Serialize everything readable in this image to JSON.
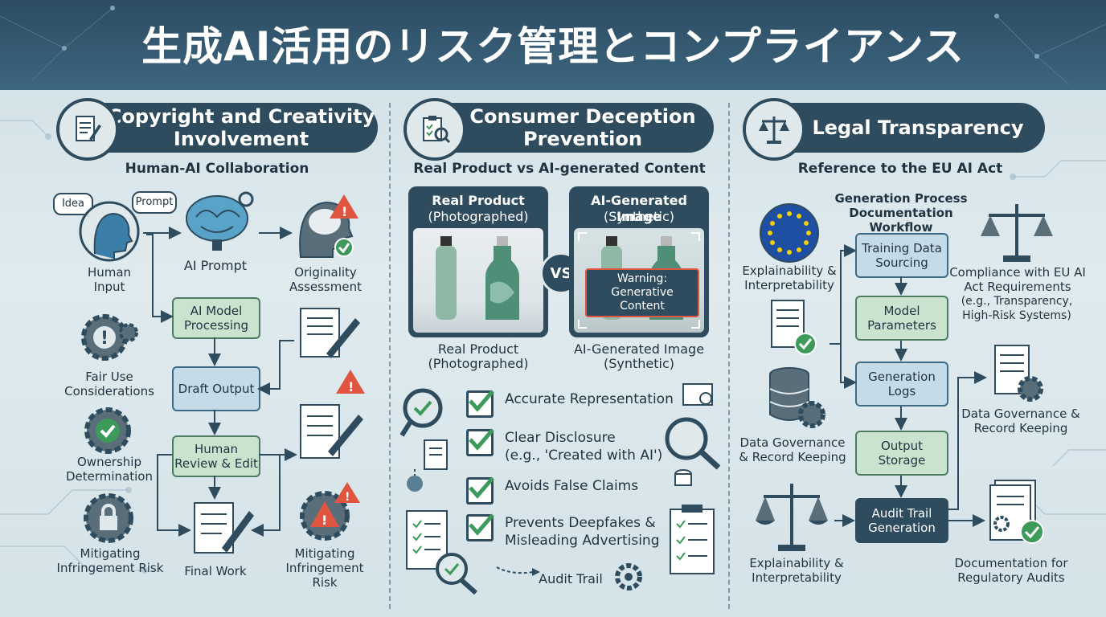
{
  "title": "生成AI活用のリスク管理とコンプライアンス",
  "colors": {
    "dark": "#2f4c5f",
    "green_box": "#c9e3cf",
    "blue_box": "#c6dbe8",
    "accent_red": "#e0553f",
    "check_green": "#3d9a5b"
  },
  "col1": {
    "heading": "Copyright and Creativity Involvement",
    "heading_icon": "document-pen-icon",
    "subtitle": "Human-AI Collaboration",
    "bubbles": {
      "idea": "Idea",
      "prompt": "Prompt"
    },
    "labels": {
      "human_input": "Human Input",
      "ai_prompt": "AI Prompt",
      "originality": "Originality Assessment",
      "fair_use": "Fair Use Considerations",
      "ownership": "Ownership Determination",
      "mitigating_left": "Mitigating Infringement Risk",
      "final_work": "Final Work",
      "mitigating_right": "Mitigating Infringement Risk"
    },
    "boxes": {
      "model_processing": "AI Model Processing",
      "draft_output": "Draft Output",
      "human_review": "Human Review & Edit"
    }
  },
  "col2": {
    "heading": "Consumer Deception Prevention",
    "heading_icon": "clipboard-search-icon",
    "subtitle": "Real Product vs AI-generated Content",
    "real_card": {
      "title": "Real Product",
      "note": "(Photographed)"
    },
    "ai_card": {
      "title": "AI-Generated Image",
      "note": "(Synthetic)",
      "warning_line1": "Warning:",
      "warning_line2": "Generative Content"
    },
    "vs": "VS",
    "real_caption": {
      "title": "Real Product",
      "note": "(Photographed)"
    },
    "ai_caption": {
      "title": "AI-Generated Image",
      "note": "(Synthetic)"
    },
    "checks": [
      {
        "line1": "Accurate Representation",
        "line2": ""
      },
      {
        "line1": "Clear Disclosure",
        "line2": "(e.g., 'Created with AI')"
      },
      {
        "line1": "Avoids False Claims",
        "line2": ""
      },
      {
        "line1": "Prevents Deepfakes &",
        "line2": "Misleading Advertising"
      }
    ],
    "audit_trail": "Audit Trail"
  },
  "col3": {
    "heading": "Legal Transparency",
    "heading_icon": "scales-icon",
    "subtitle": "Reference to the EU AI Act",
    "workflow_title": "Generation Process Documentation Workflow",
    "workflow": [
      "Training Data Sourcing",
      "Model Parameters",
      "Generation Logs",
      "Output Storage",
      "Audit Trail Generation"
    ],
    "labels": {
      "explain_top": "Explainability & Interpretability",
      "data_gov_left": "Data Governance & Record Keeping",
      "explain_bottom": "Explainability & Interpretability",
      "compliance": "Compliance with EU AI Act Requirements",
      "compliance_note": "(e.g., Transparency, High-Risk Systems)",
      "data_gov_right": "Data Governance & Record Keeping",
      "documentation": "Documentation for Regulatory Audits"
    }
  }
}
